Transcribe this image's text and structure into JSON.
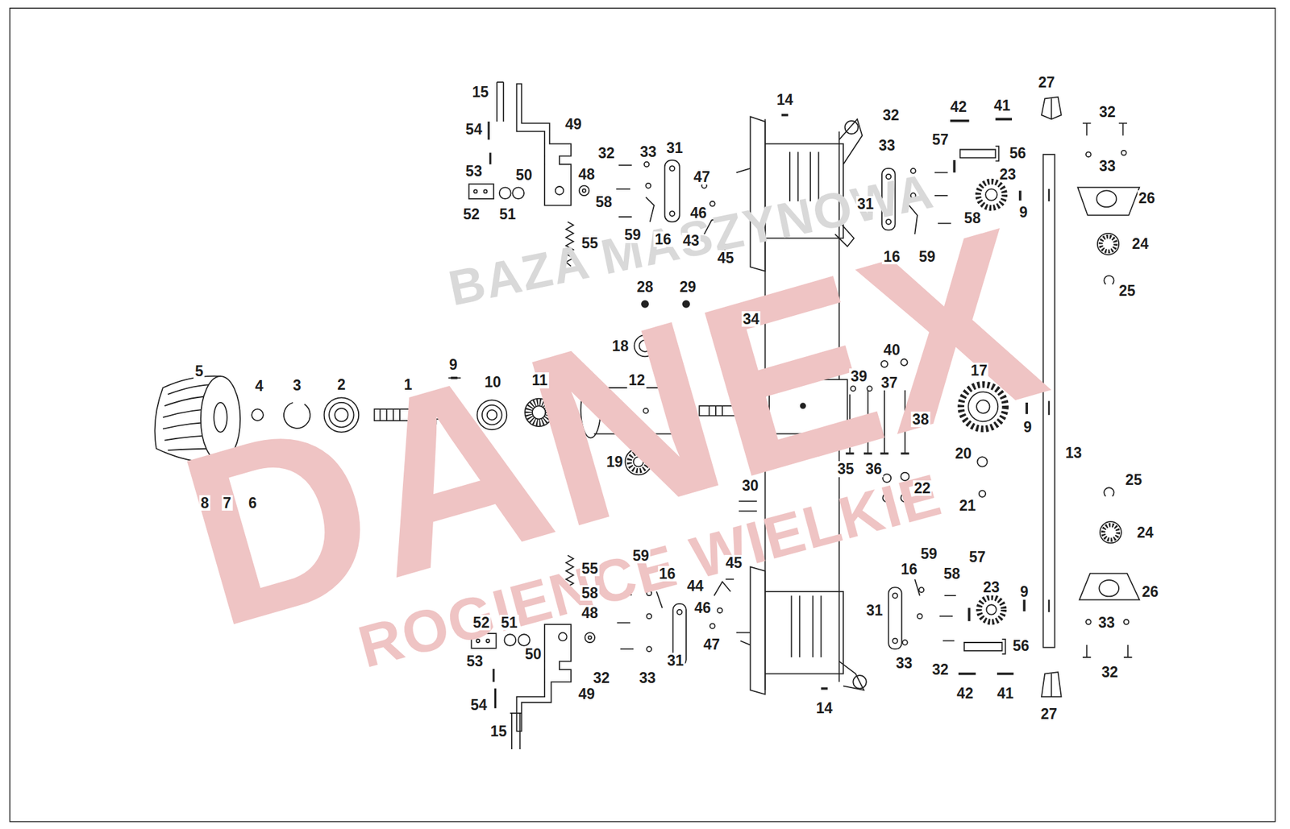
{
  "diagram": {
    "labels": [
      "15",
      "54",
      "49",
      "53",
      "50",
      "48",
      "52",
      "51",
      "32",
      "33",
      "31",
      "58",
      "47",
      "46",
      "59",
      "16",
      "43",
      "45",
      "55",
      "14",
      "32",
      "42",
      "41",
      "27",
      "32",
      "33",
      "57",
      "56",
      "33",
      "23",
      "31",
      "58",
      "9",
      "26",
      "16",
      "59",
      "24",
      "25",
      "28",
      "29",
      "34",
      "18",
      "40",
      "39",
      "37",
      "17",
      "5",
      "4",
      "3",
      "2",
      "1",
      "9",
      "10",
      "11",
      "12",
      "38",
      "9",
      "13",
      "20",
      "19",
      "35",
      "36",
      "22",
      "21",
      "25",
      "8",
      "7",
      "6",
      "30",
      "55",
      "59",
      "16",
      "45",
      "44",
      "58",
      "46",
      "48",
      "52",
      "51",
      "50",
      "47",
      "53",
      "32",
      "33",
      "31",
      "54",
      "49",
      "15",
      "14",
      "59",
      "16",
      "58",
      "57",
      "23",
      "9",
      "26",
      "31",
      "24",
      "33",
      "56",
      "33",
      "32",
      "42",
      "41",
      "27",
      "32",
      "BAZA MASZYNOWA",
      "DANEX",
      "ROGIENCE WIELKIE"
    ]
  }
}
